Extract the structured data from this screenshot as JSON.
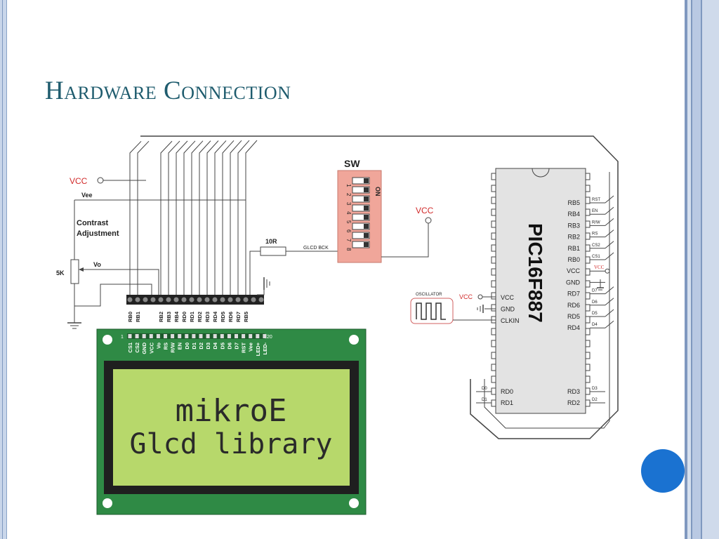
{
  "slide": {
    "title_initial_1": "H",
    "title_rest_1": "ARDWARE",
    "title_initial_2": "C",
    "title_rest_2": "ONNECTION"
  },
  "colors": {
    "title": "#1f5c6e",
    "accent_dot": "#1a72d1",
    "lcd_board": "#2f8a45",
    "lcd_screen": "#b7d86b",
    "switch_body": "#f0a69a",
    "vcc_label": "#d12a2a"
  },
  "diagram": {
    "vcc_left": "VCC",
    "vee": "Vee",
    "contrast_1": "Contrast",
    "contrast_2": "Adjustment",
    "pot": "5K",
    "vo": "Vo",
    "resistor": "10R",
    "glcd_bck": "GLCD BCK",
    "sw": "SW",
    "sw_on": "ON",
    "sw_numbers": [
      "1",
      "2",
      "3",
      "4",
      "5",
      "6",
      "7",
      "8"
    ],
    "vcc_sw": "VCC",
    "mcu_name": "PIC16F887",
    "oscillator": "OSCILLATOR",
    "osc_vcc": "VCC",
    "mcu_vcc_ext": "VCC",
    "mcu_left_pins": [
      "VCC",
      "GND",
      "CLKIN"
    ],
    "mcu_right_pins": [
      "RB5",
      "RB4",
      "RB3",
      "RB2",
      "RB1",
      "RB0",
      "VCC",
      "GND",
      "RD7",
      "RD6",
      "RD5",
      "RD4"
    ],
    "mcu_right_wires": [
      "RST",
      "EN",
      "R/W",
      "RS",
      "CS2",
      "CS1",
      "VCC",
      "",
      "D7",
      "D6",
      "D5",
      "D4"
    ],
    "mcu_bottom_left_pins": [
      "RD0",
      "RD1"
    ],
    "mcu_bottom_left_wires": [
      "D0",
      "D1"
    ],
    "mcu_bottom_right_pins": [
      "RD3",
      "RD2"
    ],
    "mcu_bottom_right_wires": [
      "D3",
      "D2"
    ],
    "header_labels": [
      "RB0",
      "RB1",
      "",
      "",
      "RB2",
      "RB3",
      "RB4",
      "RD0",
      "RD1",
      "RD2",
      "RD3",
      "RD4",
      "RD5",
      "RD6",
      "RD7",
      "RB5",
      "",
      ""
    ],
    "lcd_pin_first": "1",
    "lcd_pin_last": "20",
    "lcd_pins": [
      "CS1",
      "CS2",
      "GND",
      "VCC",
      "Vo",
      "RS",
      "R/W",
      "EN",
      "D0",
      "D1",
      "D2",
      "D3",
      "D4",
      "D5",
      "D6",
      "D7",
      "RST",
      "Vee",
      "LED+",
      "LED-"
    ],
    "lcd_line1": "mikroE",
    "lcd_line2": "Glcd library"
  }
}
